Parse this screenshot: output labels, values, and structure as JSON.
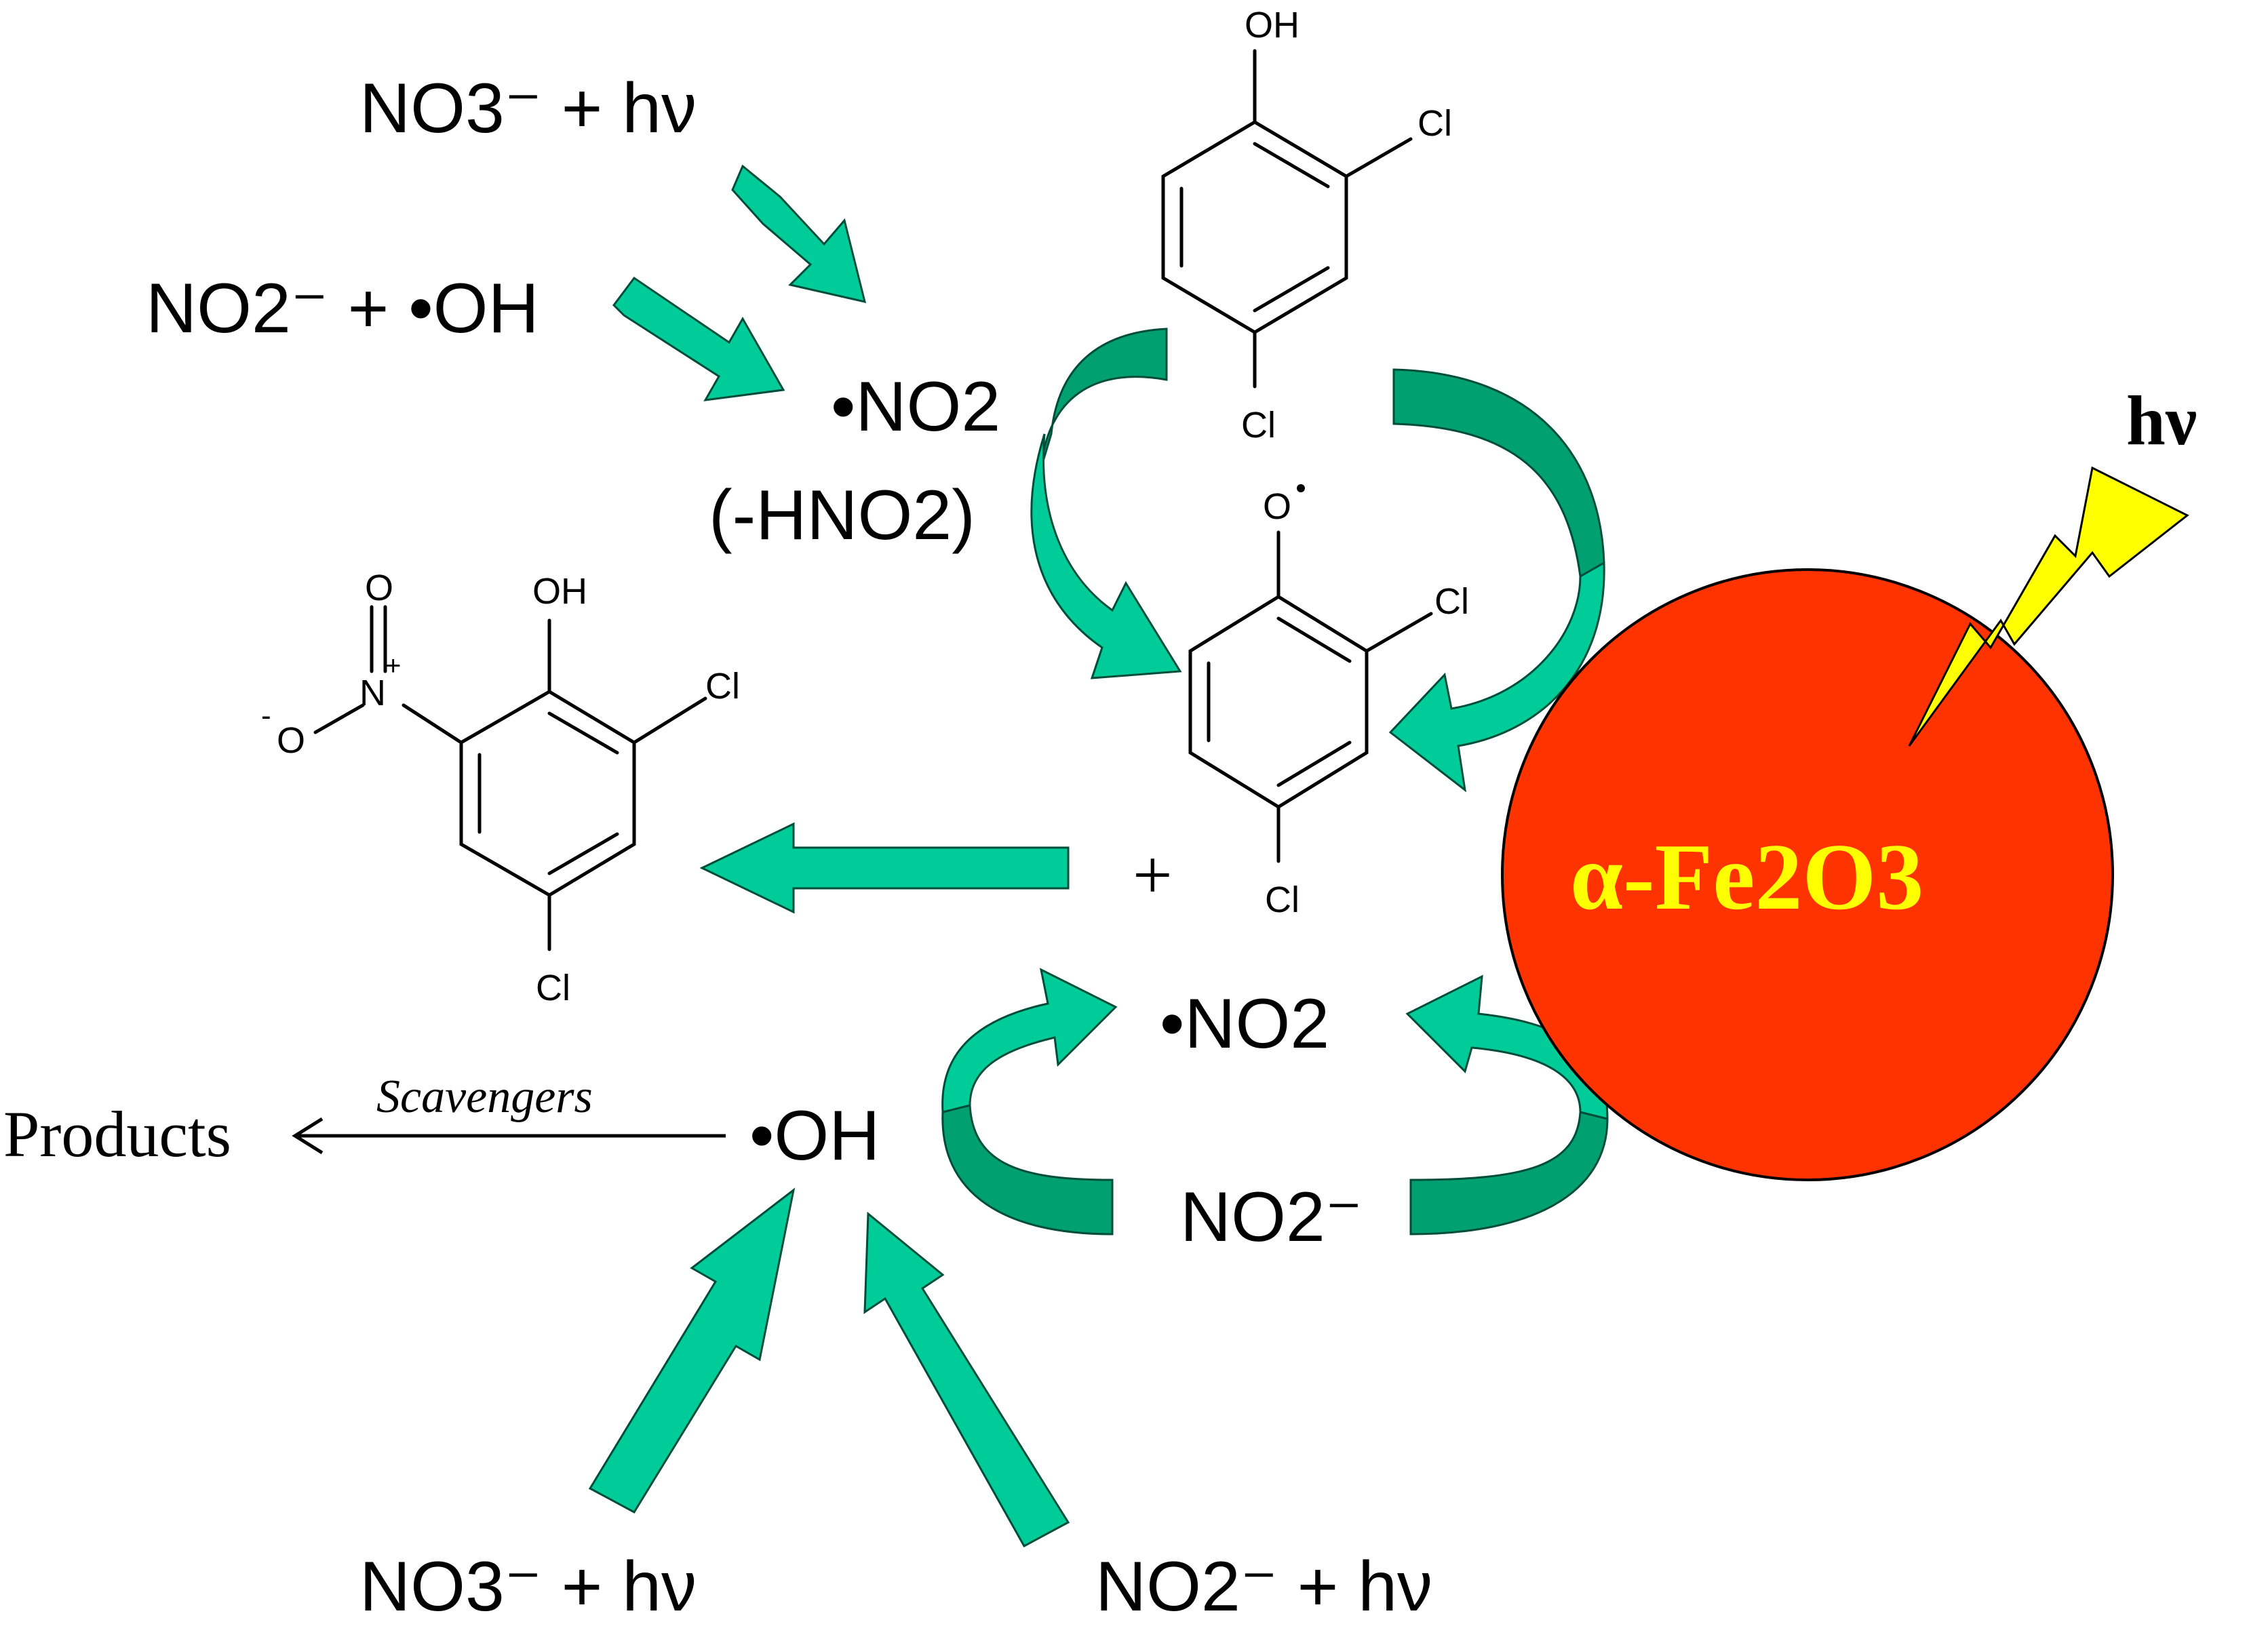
{
  "labels": {
    "top_no3": "NO3⁻ + hν",
    "top_no2_oh": "NO2⁻ + •OH",
    "no2_radical_top": "•NO2",
    "minus_hno2": "(-HNO2)",
    "plus": "+",
    "no2_radical_center": "•NO2",
    "oh_radical": "•OH",
    "nitrite_right": "NO2⁻",
    "products": "Products",
    "scavengers": "Scavengers",
    "bottom_no3": "NO3⁻ + hν",
    "bottom_no2": "NO2⁻ + hν",
    "hv": "hν",
    "catalyst": "α-Fe2O3"
  },
  "atoms": {
    "oh": "OH",
    "cl": "Cl",
    "o_radical": "O",
    "o": "O",
    "n_plus": "N",
    "o_minus": "O"
  },
  "colors": {
    "arrow": "#00cc99",
    "catalyst_fill": "#ff3300",
    "catalyst_text": "#ffff00",
    "lightning": "#ffff00"
  }
}
